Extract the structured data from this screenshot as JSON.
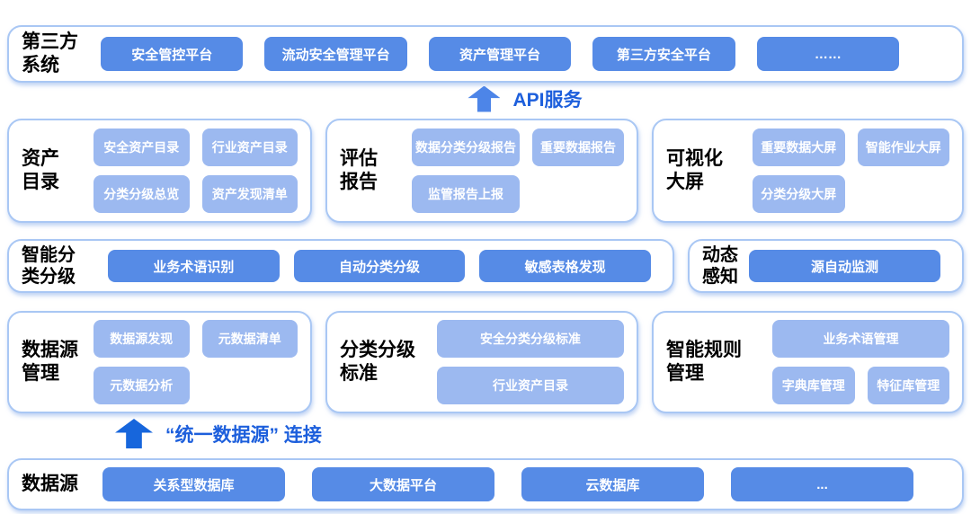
{
  "colors": {
    "box_medium": "#568BE6",
    "box_light": "#9CB9F0",
    "panel_border": "#A9C7F4",
    "arrow_api": "#4D85E8",
    "arrow_unify": "#1766DC",
    "arrow_label": "#1D5FDC"
  },
  "third_party": {
    "title_lines": [
      "第三方",
      "系统"
    ],
    "boxes": [
      "安全管控平台",
      "流动安全管理平台",
      "资产管理平台",
      "第三方安全平台",
      "……"
    ]
  },
  "api_arrow": {
    "label": "API服务"
  },
  "asset_catalog": {
    "title_lines": [
      "资产",
      "目录"
    ],
    "boxes": [
      "安全资产目录",
      "行业资产目录",
      "分类分级总览",
      "资产发现清单"
    ]
  },
  "eval_report": {
    "title_lines": [
      "评估",
      "报告"
    ],
    "boxes": [
      "数据分类分级报告",
      "重要数据报告",
      "监管报告上报"
    ]
  },
  "visual_screen": {
    "title_lines": [
      "可视化",
      "大屏"
    ],
    "boxes": [
      "重要数据大屏",
      "智能作业大屏",
      "分类分级大屏"
    ]
  },
  "intelligent_classify": {
    "title_lines": [
      "智能分",
      "类分级"
    ],
    "boxes": [
      "业务术语识别",
      "自动分类分级",
      "敏感表格发现"
    ]
  },
  "dynamic_sense": {
    "title_lines": [
      "动态",
      "感知"
    ],
    "boxes": [
      "源自动监测"
    ]
  },
  "datasource_mgmt": {
    "title_lines": [
      "数据源",
      "管理"
    ],
    "boxes": [
      "数据源发现",
      "元数据清单",
      "元数据分析"
    ]
  },
  "classify_standard": {
    "title_lines": [
      "分类分级",
      "标准"
    ],
    "boxes": [
      "安全分类分级标准",
      "行业资产目录"
    ]
  },
  "rule_mgmt": {
    "title_lines": [
      "智能规则",
      "管理"
    ],
    "boxes": [
      "业务术语管理",
      "字典库管理",
      "特征库管理"
    ]
  },
  "unify_arrow": {
    "label": "“统一数据源” 连接"
  },
  "datasource": {
    "title_lines": [
      "数据源"
    ],
    "boxes": [
      "关系型数据库",
      "大数据平台",
      "云数据库",
      "..."
    ]
  }
}
